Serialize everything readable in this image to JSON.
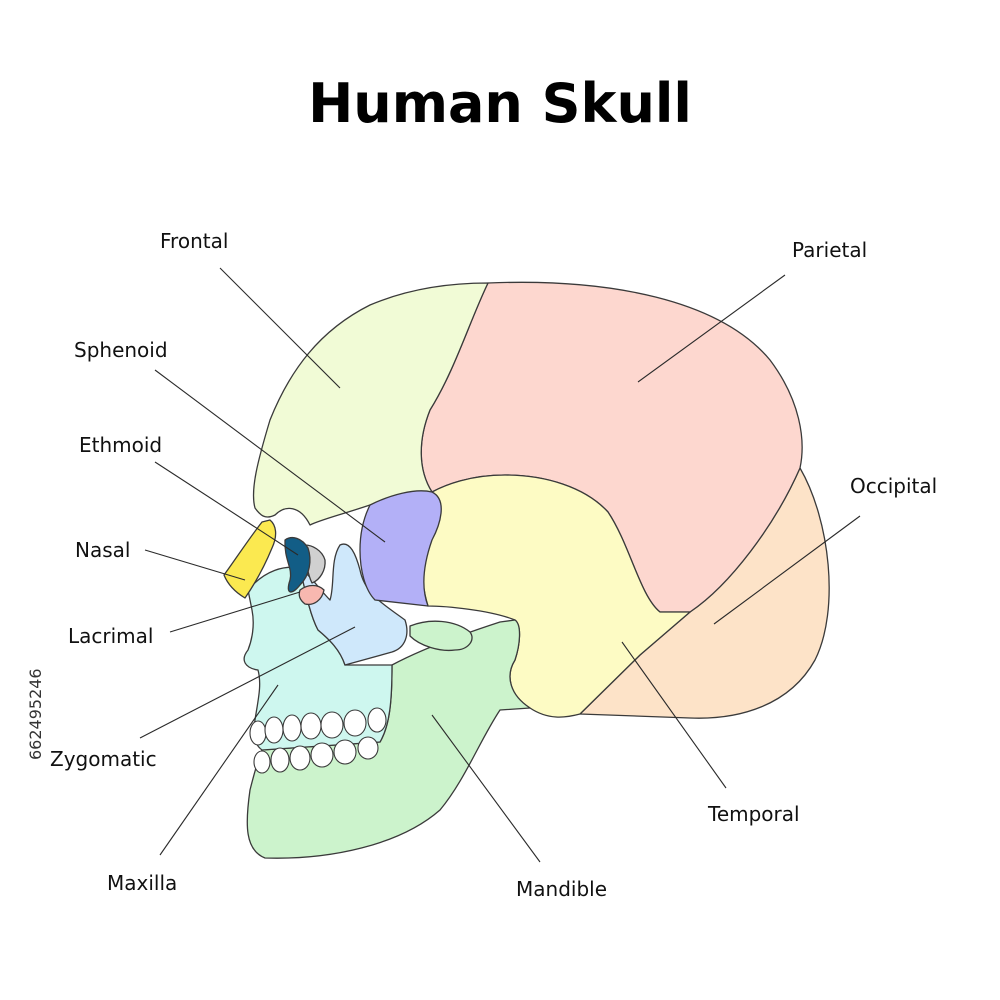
{
  "title": "Human Skull",
  "stock_id": "662495246",
  "colors": {
    "frontal": "#f1fbd6",
    "parietal": "#fdd7cf",
    "occipital": "#fde3c8",
    "temporal": "#fdfbc4",
    "sphenoid": "#b3b0f7",
    "ethmoid": "#125d86",
    "nasal": "#fbe950",
    "lacrimal": "#f8b8b0",
    "zygomatic": "#cfe8fb",
    "maxilla": "#cef7ef",
    "mandible": "#ccf3cc",
    "teeth": "#ffffff"
  },
  "labels": {
    "frontal": "Frontal",
    "parietal": "Parietal",
    "sphenoid": "Sphenoid",
    "ethmoid": "Ethmoid",
    "occipital": "Occipital",
    "nasal": "Nasal",
    "lacrimal": "Lacrimal",
    "zygomatic": "Zygomatic",
    "temporal": "Temporal",
    "maxilla": "Maxilla",
    "mandible": "Mandible"
  }
}
